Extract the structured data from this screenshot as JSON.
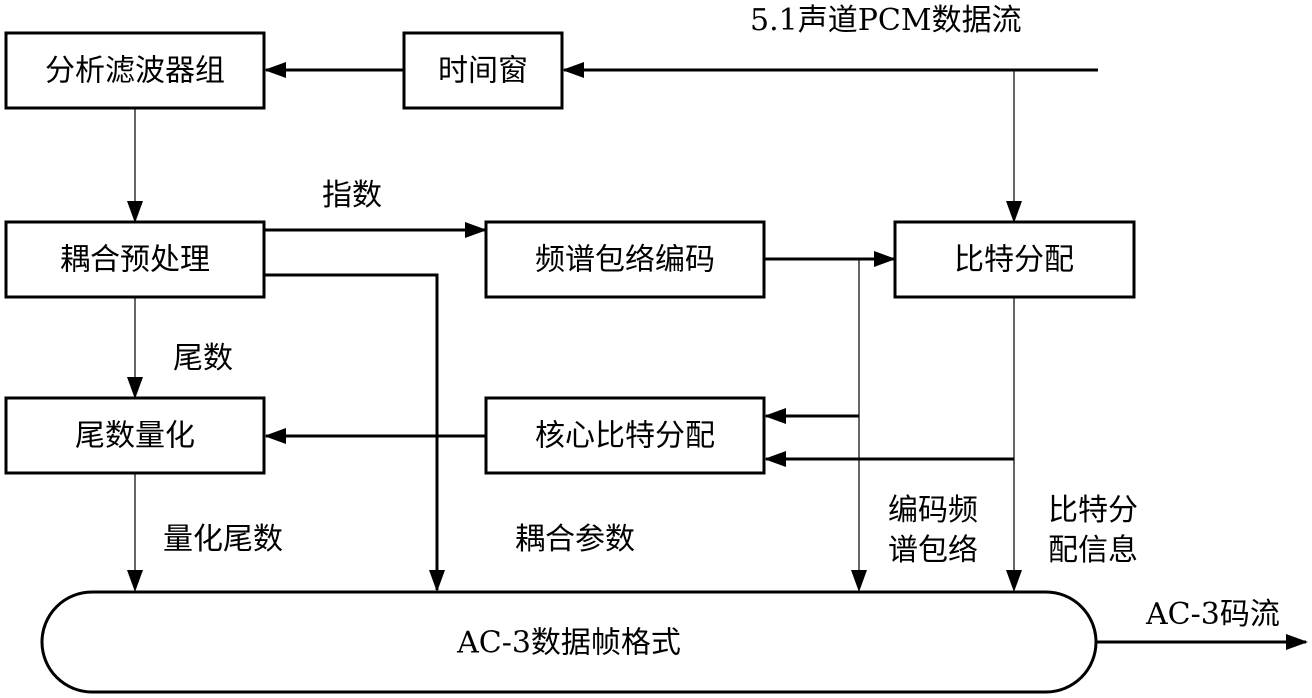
{
  "input_stream": "5.1声道PCM数据流",
  "output_stream": "AC-3码流",
  "blocks": {
    "analysis_filterbank": "分析滤波器组",
    "time_window": "时间窗",
    "coupling_preprocess": "耦合预处理",
    "spectral_envelope_coding": "频谱包络编码",
    "bit_allocation": "比特分配",
    "mantissa_quantization": "尾数量化",
    "core_bit_allocation": "核心比特分配",
    "frame_format": "AC-3数据帧格式"
  },
  "edge_labels": {
    "exponent": "指数",
    "mantissa": "尾数",
    "quantized_mantissa": "量化尾数",
    "coupling_params": "耦合参数",
    "coded_envelope_line1": "编码频",
    "coded_envelope_line2": "谱包络",
    "bit_alloc_info_line1": "比特分",
    "bit_alloc_info_line2": "配信息"
  }
}
